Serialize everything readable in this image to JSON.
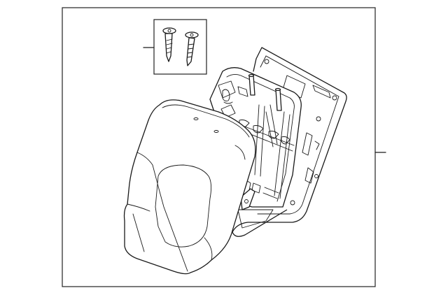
{
  "diagram": {
    "parts": [
      {
        "name": "bolt-kit",
        "depiction": "two-bolts"
      },
      {
        "name": "seat-back-cushion",
        "depiction": "foam-pad"
      },
      {
        "name": "seat-back-frame",
        "depiction": "frame-and-panel"
      }
    ],
    "callouts": [
      {
        "target": "bolt-kit",
        "label": ""
      },
      {
        "target": "seat-back-assembly",
        "label": ""
      }
    ],
    "colors": {
      "line": "#1a1a1a",
      "background": "#ffffff"
    }
  }
}
